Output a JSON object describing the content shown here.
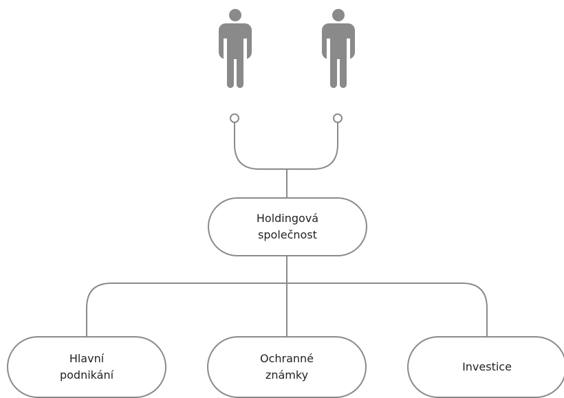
{
  "owners": [
    {
      "icon": "person-icon"
    },
    {
      "icon": "person-icon"
    }
  ],
  "holding": {
    "line1": "Holdingová",
    "line2": "společnost"
  },
  "subsidiaries": [
    {
      "line1": "Hlavní",
      "line2": "podnikání"
    },
    {
      "line1": "Ochranné",
      "line2": "známky"
    },
    {
      "line1": "Investice",
      "line2": ""
    }
  ],
  "colors": {
    "icon": "#8a8a8a",
    "line": "#8a8a8a",
    "text": "#222222",
    "background": "#ffffff"
  }
}
